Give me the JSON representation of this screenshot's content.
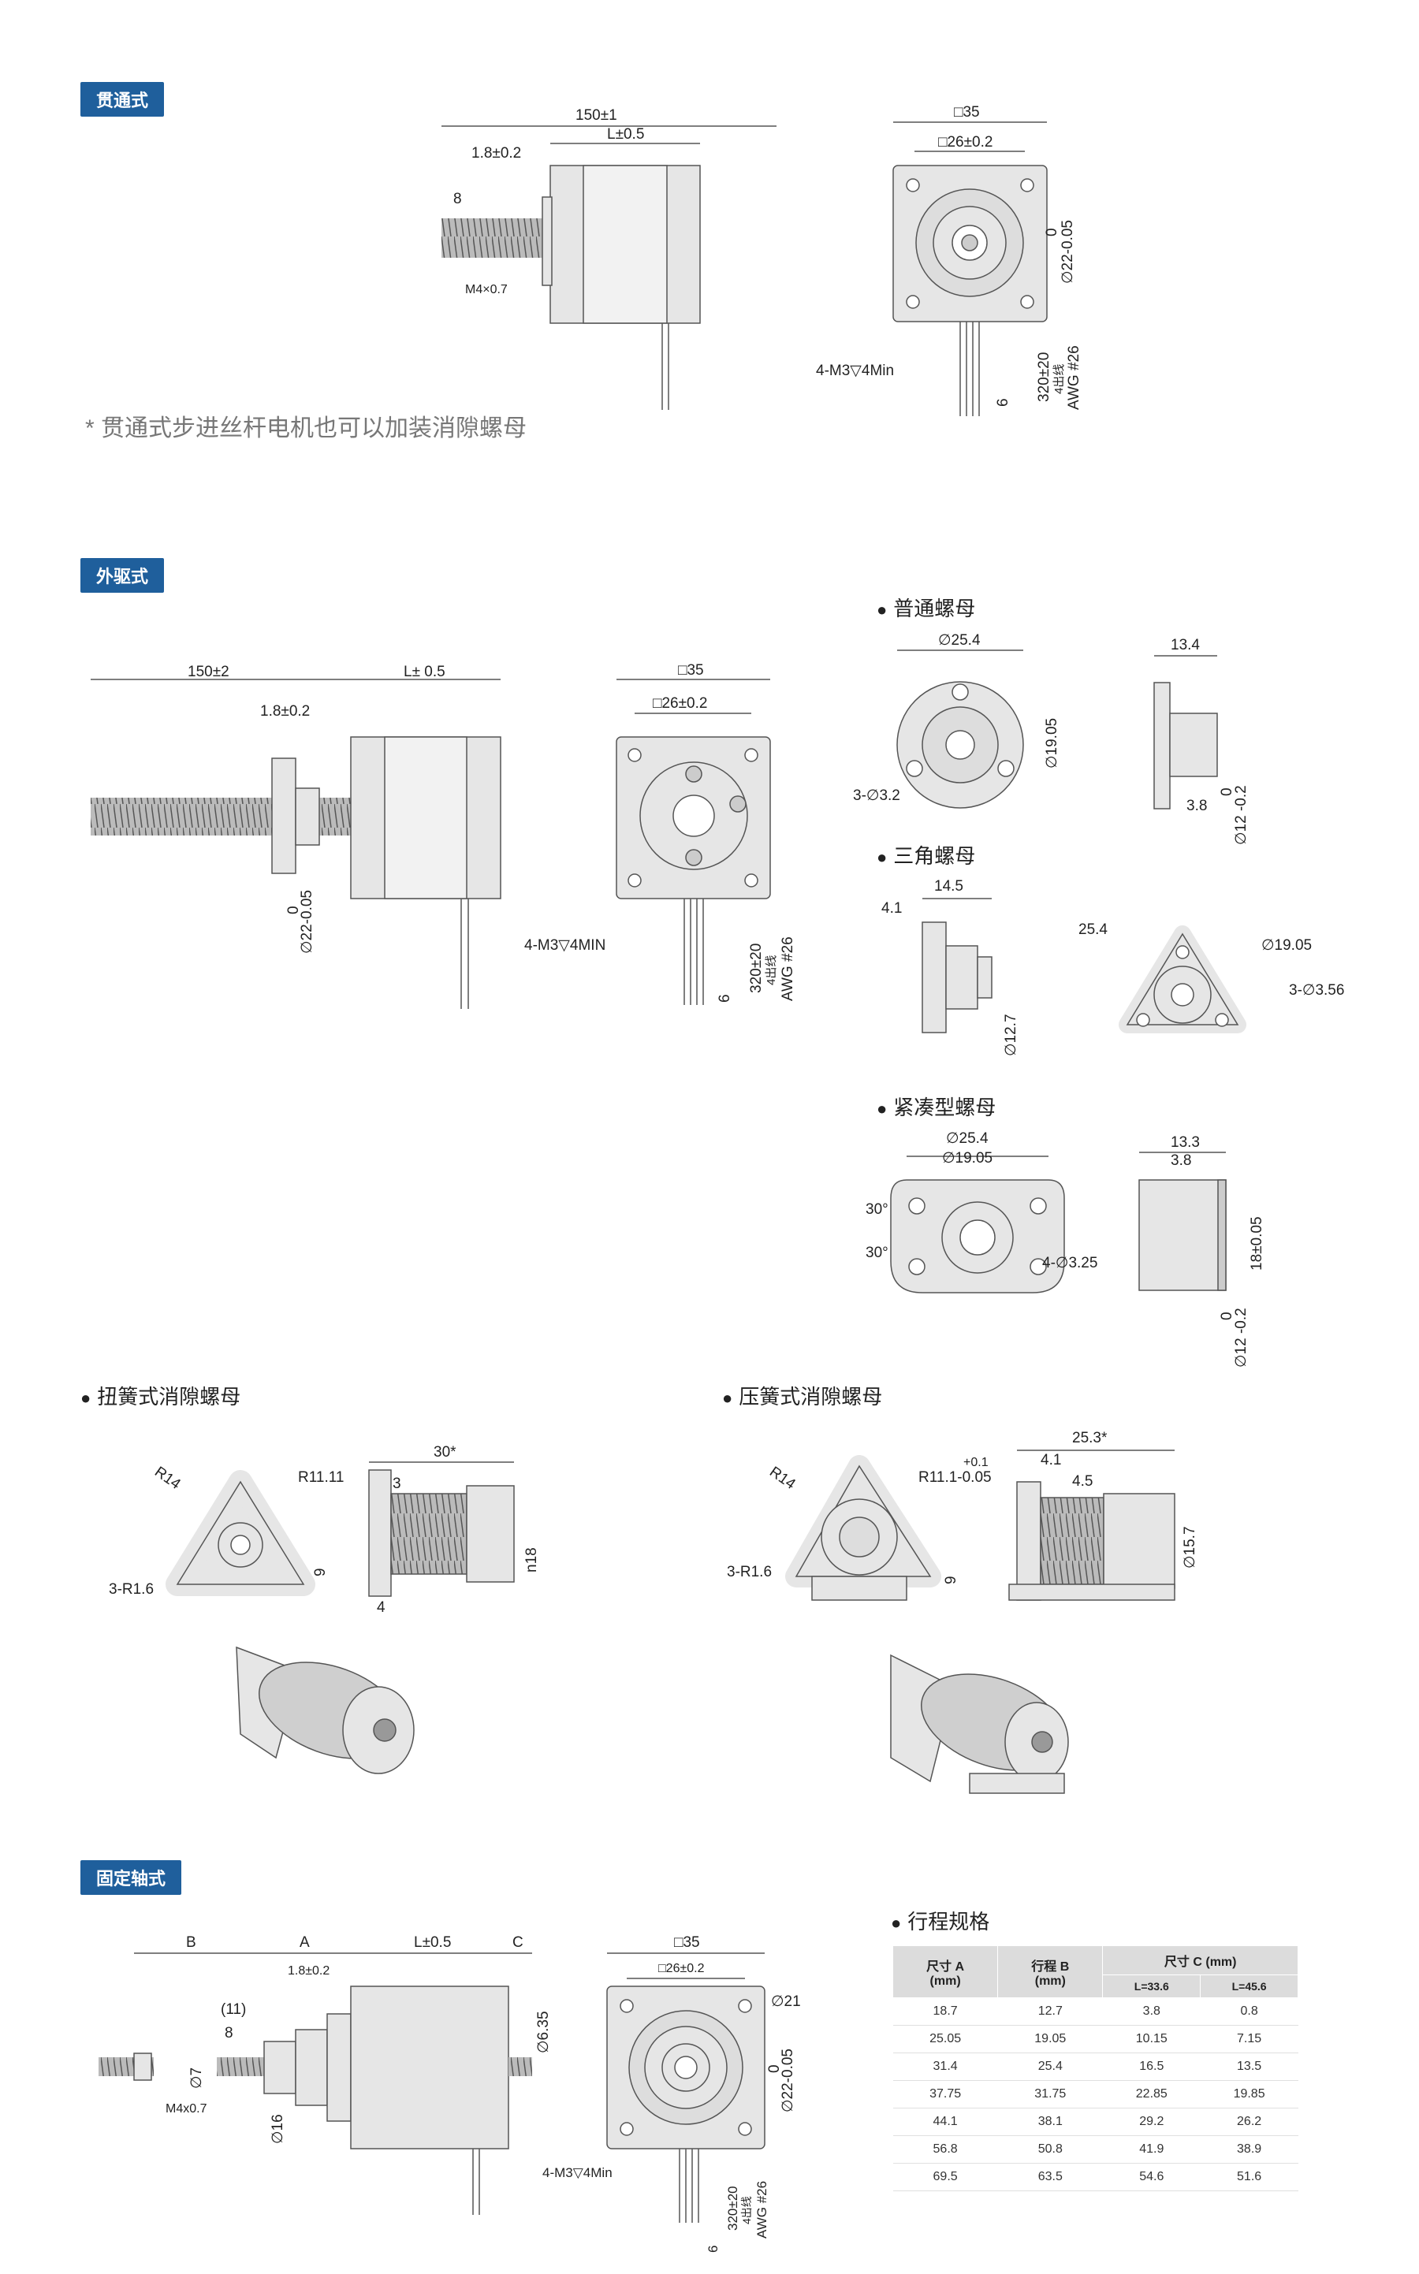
{
  "sections": {
    "through": {
      "tag": "贯通式",
      "note": "* 贯通式步进丝杆电机也可以加装消隙螺母"
    },
    "external": {
      "tag": "外驱式"
    },
    "fixed": {
      "tag": "固定轴式"
    }
  },
  "subheads": {
    "normal_nut": "普通螺母",
    "triangle_nut": "三角螺母",
    "compact_nut": "紧凑型螺母",
    "torsion_nut": "扭簧式消隙螺母",
    "compression_nut": "压簧式消隙螺母",
    "stroke_spec": "行程规格"
  },
  "dims": {
    "through": {
      "total": "150±1",
      "L": "L±0.5",
      "flange": "1.8±0.2",
      "eight": "8",
      "thread": "M4×0.7",
      "sq35": "□35",
      "sq26": "□26±0.2",
      "dia22": "∅22-0.05",
      "zero": "0",
      "mount": "4-M3▽4Min",
      "lead": "320±20",
      "lead_sub": "4出线",
      "awg": "AWG #26",
      "six": "6"
    },
    "external": {
      "total": "150±2",
      "L": "L± 0.5",
      "flange": "1.8±0.2",
      "dia22": "∅22-0.05",
      "zero": "0",
      "sq35": "□35",
      "sq26": "□26±0.2",
      "mount": "4-M3▽4MIN",
      "lead": "320±20",
      "lead_sub": "4出线",
      "awg": "AWG #26",
      "six": "6"
    },
    "normal_nut": {
      "d254": "∅25.4",
      "d1905": "∅19.05",
      "holes": "3-∅3.2",
      "w134": "13.4",
      "w38": "3.8",
      "d12": "∅12 -0.2",
      "zero": "0"
    },
    "triangle_nut": {
      "w41": "4.1",
      "w145": "14.5",
      "d127": "∅12.7",
      "r254": "25.4",
      "d1905": "∅19.05",
      "holes": "3-∅3.56"
    },
    "compact_nut": {
      "d254": "∅25.4",
      "d1905": "∅19.05",
      "a30a": "30°",
      "a30b": "30°",
      "holes": "4-∅3.25",
      "w133": "13.3",
      "w38": "3.8",
      "h18": "18±0.05",
      "d12": "∅12 -0.2",
      "zero": "0"
    },
    "torsion_nut": {
      "r14": "R14",
      "r1111": "R11.11",
      "r16": "3-R1.6",
      "nine": "9",
      "w30": "30*",
      "three": "3",
      "four": "4",
      "n18": "n18"
    },
    "compression_nut": {
      "r14": "R14",
      "r111": "R11.1-0.05",
      "tol": "+0.1",
      "r16": "3-R1.6",
      "nine": "9",
      "w253": "25.3*",
      "w41": "4.1",
      "w45": "4.5",
      "d157": "∅15.7"
    },
    "fixed": {
      "B": "B",
      "A": "A",
      "L": "L±0.5",
      "C": "C",
      "flange": "1.8±0.2",
      "eleven": "(11)",
      "eight": "8",
      "d7": "∅7",
      "thread": "M4x0.7",
      "d16": "∅16",
      "d635": "∅6.35",
      "sq35": "□35",
      "sq26": "□26±0.2",
      "d21": "∅21",
      "dia22": "∅22-0.05",
      "zero": "0",
      "mount": "4-M3▽4Min",
      "lead": "320±20",
      "lead_sub": "4出线",
      "awg": "AWG #26",
      "six": "6"
    }
  },
  "table": {
    "headers": [
      "尺寸 A",
      "行程 B",
      "尺寸 C (mm)"
    ],
    "units": [
      "(mm)",
      "(mm)"
    ],
    "subheaders": [
      "L=33.6",
      "L=45.6"
    ],
    "rows": [
      [
        "18.7",
        "12.7",
        "3.8",
        "0.8"
      ],
      [
        "25.05",
        "19.05",
        "10.15",
        "7.15"
      ],
      [
        "31.4",
        "25.4",
        "16.5",
        "13.5"
      ],
      [
        "37.75",
        "31.75",
        "22.85",
        "19.85"
      ],
      [
        "44.1",
        "38.1",
        "29.2",
        "26.2"
      ],
      [
        "56.8",
        "50.8",
        "41.9",
        "38.9"
      ],
      [
        "69.5",
        "63.5",
        "54.6",
        "51.6"
      ]
    ]
  },
  "colors": {
    "tag": "#1f5f9c",
    "part": "#e6e6e6",
    "outline": "#555555",
    "dim": "#333333"
  }
}
